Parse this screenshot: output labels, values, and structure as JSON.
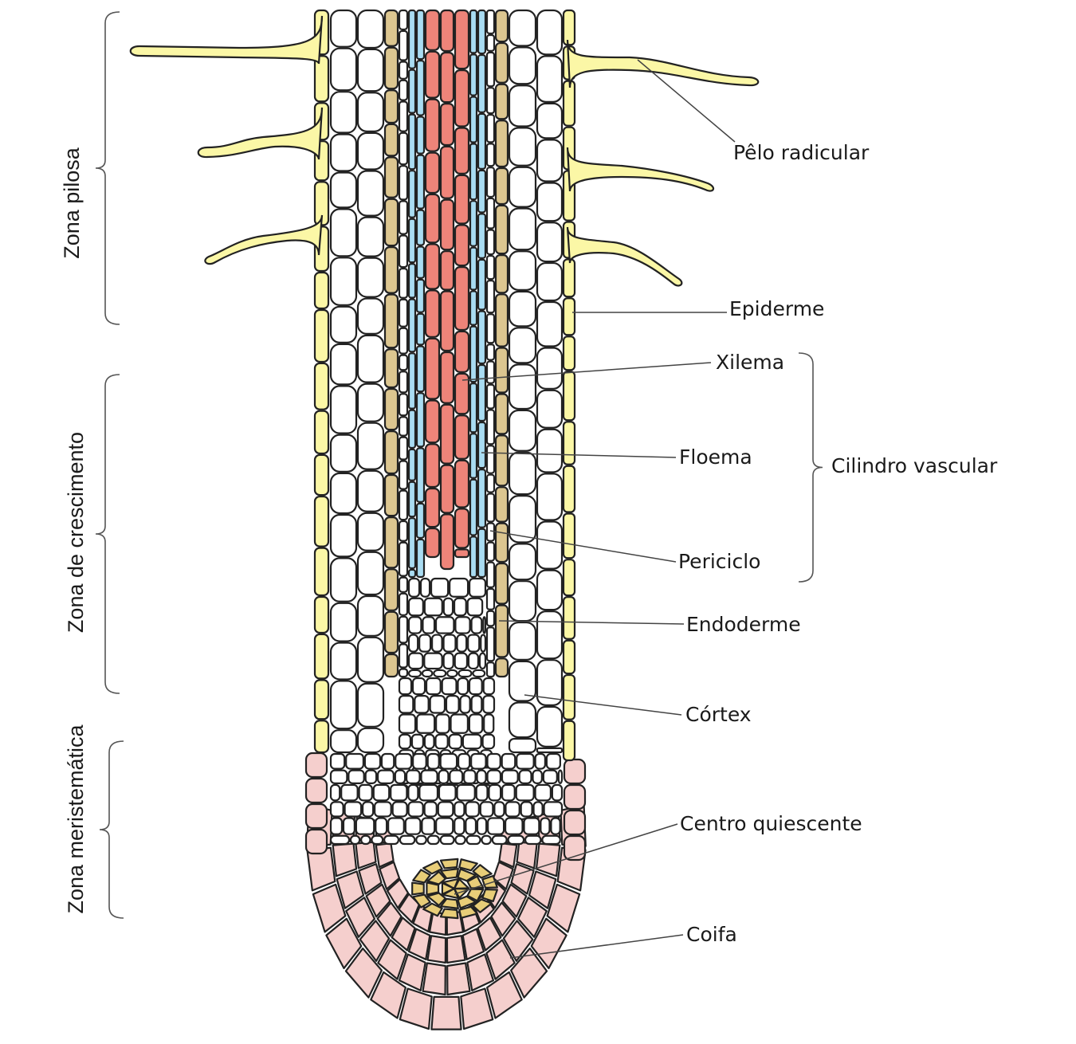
{
  "title": "Estrutura longitudinal da raiz",
  "colors": {
    "epiderme": "#fbf7a6",
    "endoderme": "#dcc690",
    "floema": "#a9dcf2",
    "xilema": "#ee8479",
    "cortex": "#ffffff",
    "centro_quiescente": "#e8cd78",
    "coifa": "#f5cfcd",
    "outline": "#222222"
  },
  "zones": [
    {
      "id": "zona-pilosa",
      "label": "Zona pilosa"
    },
    {
      "id": "zona-crescimento",
      "label": "Zona de crescimento"
    },
    {
      "id": "zona-meristematica",
      "label": "Zona meristemática"
    }
  ],
  "labels": [
    {
      "id": "pelo-radicular",
      "text": "Pêlo radicular"
    },
    {
      "id": "epiderme",
      "text": "Epiderme"
    },
    {
      "id": "xilema",
      "text": "Xilema"
    },
    {
      "id": "floema",
      "text": "Floema"
    },
    {
      "id": "periciclo",
      "text": "Periciclo"
    },
    {
      "id": "endoderme",
      "text": "Endoderme"
    },
    {
      "id": "cortex",
      "text": "Córtex"
    },
    {
      "id": "centro-quiescente",
      "text": "Centro quiescente"
    },
    {
      "id": "coifa",
      "text": "Coifa"
    }
  ],
  "group_label": {
    "id": "cilindro-vascular",
    "text": "Cilindro vascular"
  }
}
